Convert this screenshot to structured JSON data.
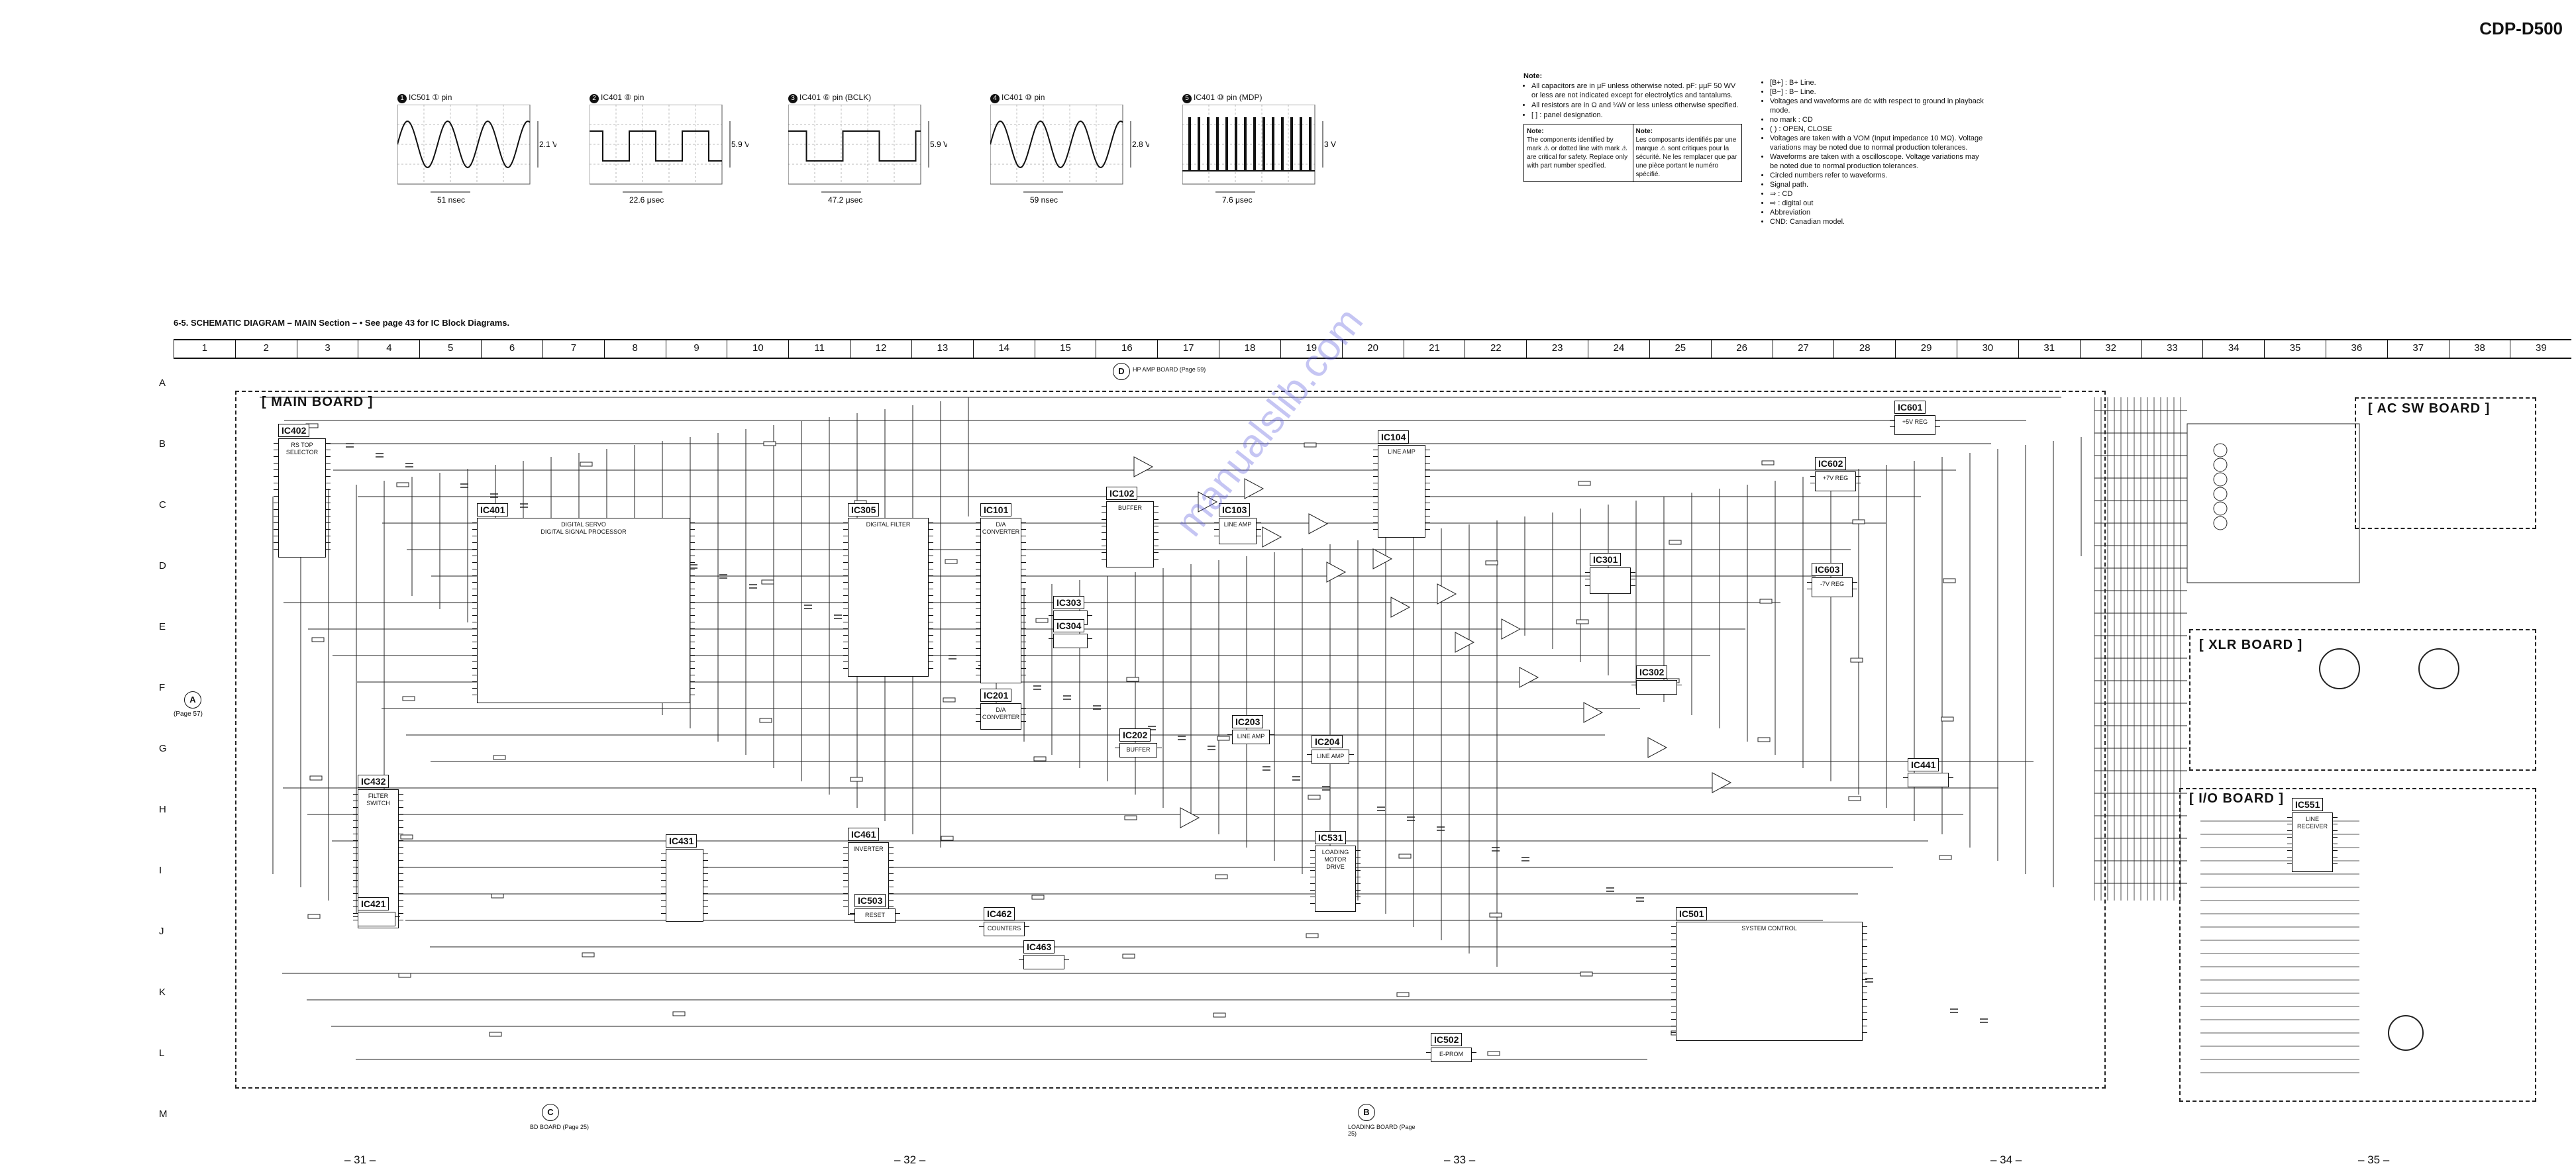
{
  "header": {
    "model": "CDP-D500"
  },
  "waveforms": [
    {
      "num": "1",
      "label": "IC501 ① pin",
      "value": "2.1 V",
      "period": "51 nsec",
      "shape": "sine"
    },
    {
      "num": "2",
      "label": "IC401 ⑧ pin",
      "value": "5.9 V",
      "period": "22.6 μsec",
      "shape": "square"
    },
    {
      "num": "3",
      "label": "IC401 ⑥ pin (BCLK)",
      "value": "5.9 V",
      "period": "47.2 μsec",
      "shape": "square"
    },
    {
      "num": "4",
      "label": "IC401 ⑩ pin",
      "value": "2.8 V",
      "period": "59 nsec",
      "shape": "sine"
    },
    {
      "num": "5",
      "label": "IC401 ⑩ pin (MDP)",
      "value": "3 V",
      "period": "7.6 μsec",
      "shape": "pulse"
    }
  ],
  "notes": {
    "title": "Note:",
    "items": [
      "All capacitors are in μF unless otherwise noted. pF: μμF 50 WV or less are not indicated except for electrolytics and tantalums.",
      "All resistors are in Ω and ¼W or less unless otherwise specified.",
      "[        ] : panel designation."
    ],
    "box_en": {
      "title": "Note:",
      "text": "The components identified by mark ⚠ or dotted line with mark ⚠ are critical for safety. Replace only with part number specified."
    },
    "box_fr": {
      "title": "Note:",
      "text": "Les composants identifiés par une marque ⚠ sont critiques pour la sécurité. Ne les remplacer que par une pièce portant le numéro spécifié."
    }
  },
  "legend": {
    "items": [
      "[B+] : B+ Line.",
      "[B−] : B− Line.",
      "Voltages and waveforms are dc with respect to ground in playback mode.",
      "no mark : CD",
      "(   ) : OPEN, CLOSE",
      "Voltages are taken with a VOM (Input impedance 10 MΩ). Voltage variations may be noted due to normal production tolerances.",
      "Waveforms are taken with a oscilloscope. Voltage variations may be noted due to normal production tolerances.",
      "Circled numbers refer to waveforms.",
      "Signal path.",
      "⇒ : CD",
      "⇨ : digital out",
      "Abbreviation",
      "CND: Canadian model."
    ]
  },
  "schematic": {
    "title": "6-5.  SCHEMATIC  DIAGRAM  – MAIN Section –   • See page 43 for IC Block Diagrams.",
    "columns": [
      "1",
      "2",
      "3",
      "4",
      "5",
      "6",
      "7",
      "8",
      "9",
      "10",
      "11",
      "12",
      "13",
      "14",
      "15",
      "16",
      "17",
      "18",
      "19",
      "20",
      "21",
      "22",
      "23",
      "24",
      "25",
      "26",
      "27",
      "28",
      "29",
      "30",
      "31",
      "32",
      "33",
      "34",
      "35",
      "36",
      "37",
      "38",
      "39"
    ],
    "rows": [
      "A",
      "B",
      "C",
      "D",
      "E",
      "F",
      "G",
      "H",
      "I",
      "J",
      "K",
      "L",
      "M"
    ],
    "boards": {
      "main": "[ MAIN BOARD ]",
      "ac_sw": "[ AC SW BOARD ]",
      "xlr": "[ XLR BOARD ]",
      "io": "[ I/O BOARD ]"
    },
    "ics": [
      {
        "id": "IC402",
        "sub": "RS TOP\nSELECTOR"
      },
      {
        "id": "IC401",
        "sub": "DIGITAL SERVO\nDIGITAL SIGNAL PROCESSOR"
      },
      {
        "id": "IC305",
        "sub": "DIGITAL FILTER"
      },
      {
        "id": "IC101",
        "sub": "D/A CONVERTER"
      },
      {
        "id": "IC102",
        "sub": "BUFFER"
      },
      {
        "id": "IC103",
        "sub": "LINE AMP"
      },
      {
        "id": "IC104",
        "sub": "LINE AMP"
      },
      {
        "id": "IC303",
        "sub": ""
      },
      {
        "id": "IC304",
        "sub": ""
      },
      {
        "id": "IC201",
        "sub": "D/A CONVERTER"
      },
      {
        "id": "IC202",
        "sub": "BUFFER"
      },
      {
        "id": "IC203",
        "sub": "LINE AMP"
      },
      {
        "id": "IC204",
        "sub": "LINE AMP"
      },
      {
        "id": "IC301",
        "sub": ""
      },
      {
        "id": "IC302",
        "sub": ""
      },
      {
        "id": "IC601",
        "sub": "+5V REG"
      },
      {
        "id": "IC602",
        "sub": "+7V REG"
      },
      {
        "id": "IC603",
        "sub": "-7V REG"
      },
      {
        "id": "IC432",
        "sub": "FILTER\nSWITCH"
      },
      {
        "id": "IC431",
        "sub": ""
      },
      {
        "id": "IC421",
        "sub": ""
      },
      {
        "id": "IC461",
        "sub": "INVERTER"
      },
      {
        "id": "IC503",
        "sub": "RESET"
      },
      {
        "id": "IC462",
        "sub": "COUNTERS"
      },
      {
        "id": "IC463",
        "sub": ""
      },
      {
        "id": "IC531",
        "sub": "LOADING\nMOTOR DRIVE"
      },
      {
        "id": "IC501",
        "sub": "SYSTEM CONTROL"
      },
      {
        "id": "IC502",
        "sub": "E-PROM"
      },
      {
        "id": "IC441",
        "sub": ""
      },
      {
        "id": "IC551",
        "sub": "LINE RECEIVER"
      }
    ],
    "connectors": [
      {
        "id": "A",
        "label": "(Page 57)"
      },
      {
        "id": "D",
        "label": "HP AMP BOARD (Page 59)"
      },
      {
        "id": "B",
        "label": "LOADING BOARD (Page 25)"
      },
      {
        "id": "C",
        "label": "BD BOARD (Page 25)"
      }
    ],
    "page_numbers": [
      "– 31 –",
      "– 32 –",
      "– 33 –",
      "– 34 –",
      "– 35 –"
    ]
  },
  "watermark": "manualslib.com",
  "colors": {
    "ink": "#111111",
    "paper": "#ffffff",
    "watermark": "#5a5adc"
  }
}
